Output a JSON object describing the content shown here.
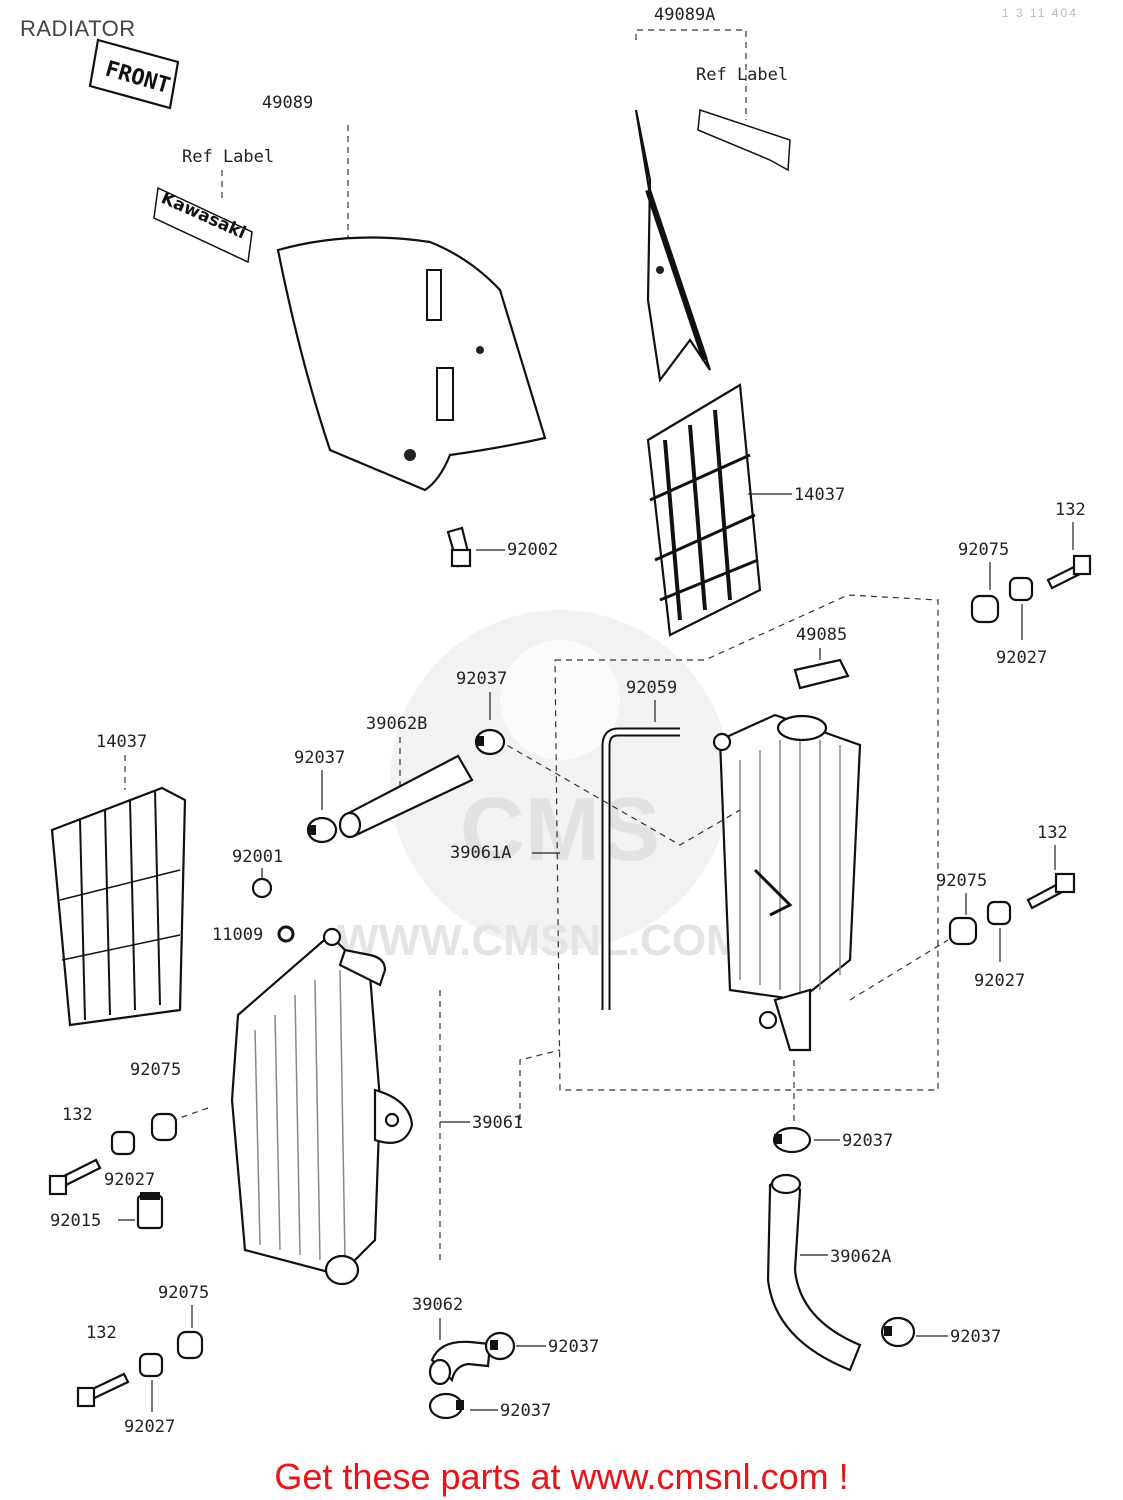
{
  "page": {
    "title": "RADIATOR",
    "ref_code": "1 3 11 404"
  },
  "decals": {
    "front": "FRONT",
    "kawasaki": "Kawasaki",
    "ref_label_1": "Ref Label",
    "ref_label_2": "Ref Label"
  },
  "watermark": {
    "text": "WWW.CMSNL.COM",
    "logo": "CMS"
  },
  "labels": {
    "p49089A": "49089A",
    "p49089": "49089",
    "p14037_top": "14037",
    "p92002": "92002",
    "p132_r1": "132",
    "p92075_r1": "92075",
    "p92027_r1": "92027",
    "p49085": "49085",
    "p92037_a": "92037",
    "p92059": "92059",
    "p39062B": "39062B",
    "p92037_b": "92037",
    "p14037_left": "14037",
    "p92001": "92001",
    "p11009": "11009",
    "p39061A": "39061A",
    "p132_r2": "132",
    "p92075_r2": "92075",
    "p92027_r2": "92027",
    "p92075_l1": "92075",
    "p132_l1": "132",
    "p92027_l1": "92027",
    "p92015": "92015",
    "p39061": "39061",
    "p92037_c": "92037",
    "p39062A": "39062A",
    "p92075_l2": "92075",
    "p39062": "39062",
    "p132_l2": "132",
    "p92037_d": "92037",
    "p92037_e": "92037",
    "p92037_f": "92037",
    "p92027_l2": "92027"
  },
  "footer": {
    "cta": "Get these parts at www.cmsnl.com !",
    "color": "#e8141a"
  }
}
